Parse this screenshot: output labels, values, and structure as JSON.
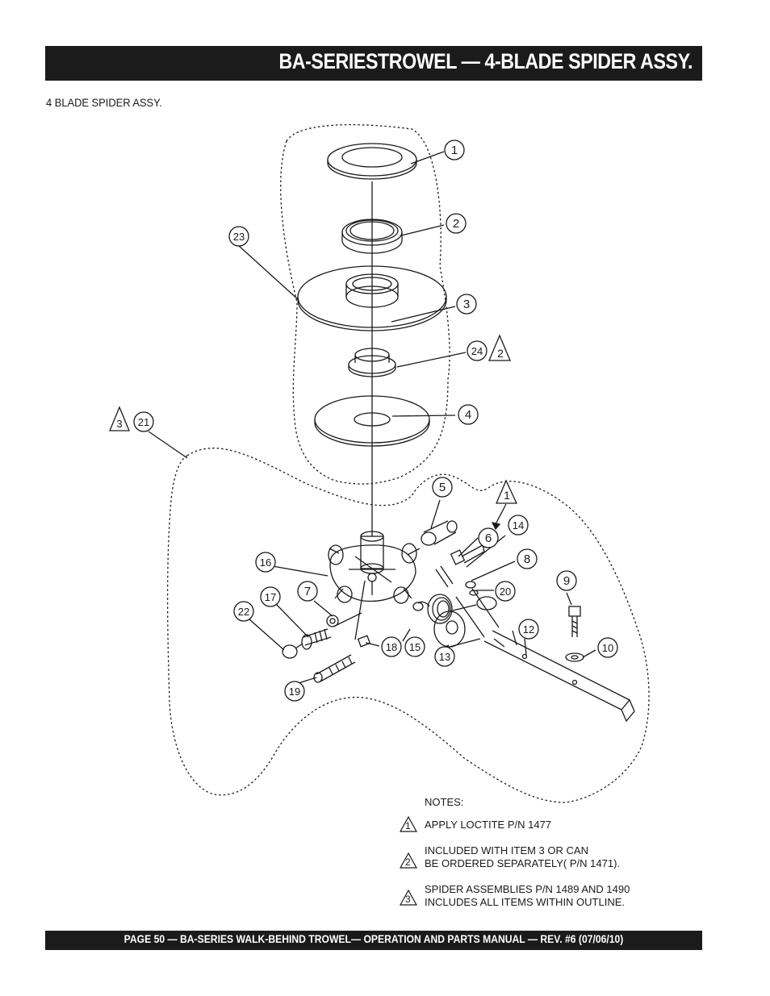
{
  "header": {
    "title": "BA-SERIESTROWEL — 4-BLADE SPIDER ASSY."
  },
  "section": {
    "subtitle": "4 BLADE SPIDER  ASSY."
  },
  "callouts": [
    "1",
    "2",
    "3",
    "4",
    "5",
    "6",
    "7",
    "8",
    "9",
    "10",
    "12",
    "13",
    "14",
    "15",
    "16",
    "17",
    "18",
    "19",
    "20",
    "21",
    "22",
    "23",
    "24"
  ],
  "note_refs": {
    "on_21": "3",
    "on_24": "2",
    "on_14": "1"
  },
  "notes": {
    "title": "NOTES:",
    "items": [
      {
        "ref": "1",
        "lines": [
          "APPLY LOCTITE  P/N 1477"
        ]
      },
      {
        "ref": "2",
        "lines": [
          "INCLUDED WITH  ITEM 3 OR CAN",
          "BE ORDERED SEPARATELY( P/N 1471)."
        ]
      },
      {
        "ref": "3",
        "lines": [
          "SPIDER ASSEMBLIES P/N 1489 AND 1490",
          "INCLUDES ALL ITEMS WITHIN OUTLINE."
        ]
      }
    ]
  },
  "footer": {
    "text": "PAGE 50 — BA-SERIES  WALK-BEHIND TROWEL— OPERATION AND PARTS MANUAL — REV. #6 (07/06/10)"
  }
}
